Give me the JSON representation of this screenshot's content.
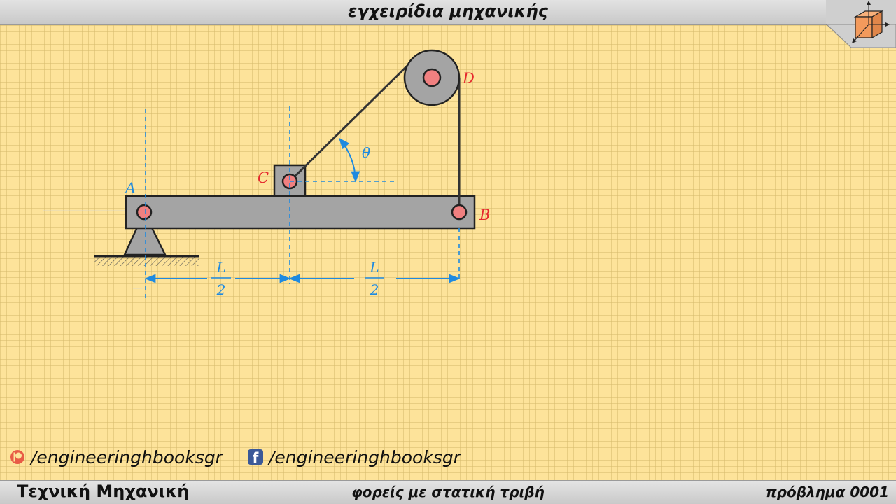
{
  "header": {
    "title": "εγχειρίδια μηχανικής"
  },
  "footer": {
    "course": "Τεχνική Μηχανική",
    "topic": "φορείς με στατική τριβή",
    "problem": "πρόβλημα 0001"
  },
  "social": {
    "patreon_handle": "/engineeringhbooksgr",
    "facebook_handle": "/engineeringhbooksgr",
    "facebook_glyph": "f"
  },
  "diagram": {
    "points": {
      "A": "A",
      "B": "B",
      "C": "C",
      "D": "D"
    },
    "angle": "θ",
    "dim_numerator": "L",
    "dim_denominator": "2"
  },
  "colors": {
    "background": "#fde39a",
    "beam": "#a4a4a4",
    "pin": "#f08080",
    "point_label": "#e5282d",
    "dimension": "#1f8ae0"
  },
  "icons": [
    "cube-logo-icon",
    "patreon-icon",
    "facebook-icon"
  ]
}
